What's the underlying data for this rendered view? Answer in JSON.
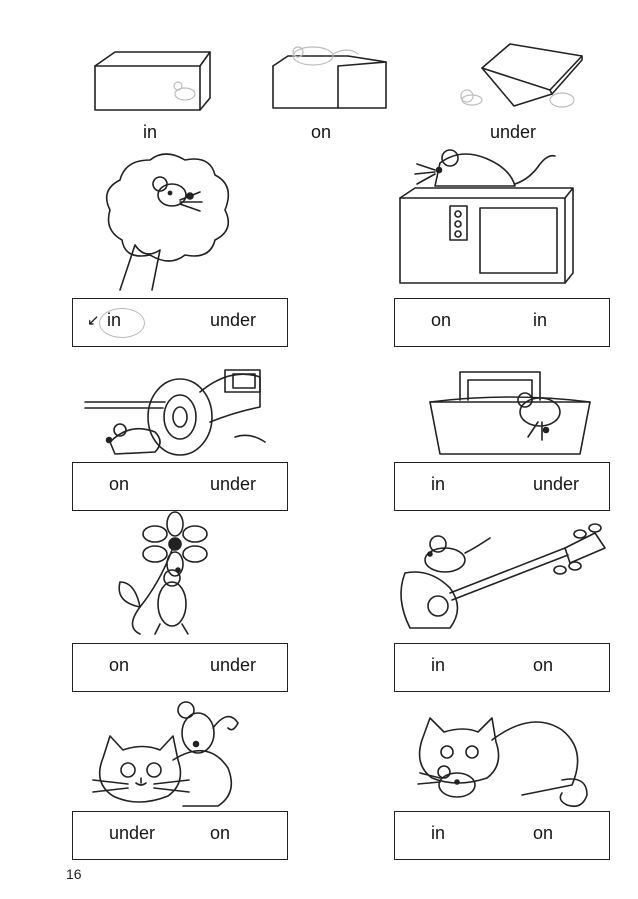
{
  "header": {
    "labels": [
      "in",
      "on",
      "under"
    ]
  },
  "items": [
    {
      "picture": "mouse-in-tree",
      "options": [
        "in",
        "under"
      ],
      "marked": "in"
    },
    {
      "picture": "mouse-on-tv",
      "options": [
        "on",
        "in"
      ]
    },
    {
      "picture": "mouse-under-car",
      "options": [
        "on",
        "under"
      ]
    },
    {
      "picture": "mouse-in-bag",
      "options": [
        "in",
        "under"
      ]
    },
    {
      "picture": "mouse-under-flower",
      "options": [
        "on",
        "under"
      ]
    },
    {
      "picture": "mouse-on-guitar",
      "options": [
        "in",
        "on"
      ]
    },
    {
      "picture": "mouse-on-cat",
      "options": [
        "under",
        "on"
      ]
    },
    {
      "picture": "mouse-under-cat",
      "options": [
        "in",
        "on"
      ]
    }
  ],
  "page_number": "16"
}
